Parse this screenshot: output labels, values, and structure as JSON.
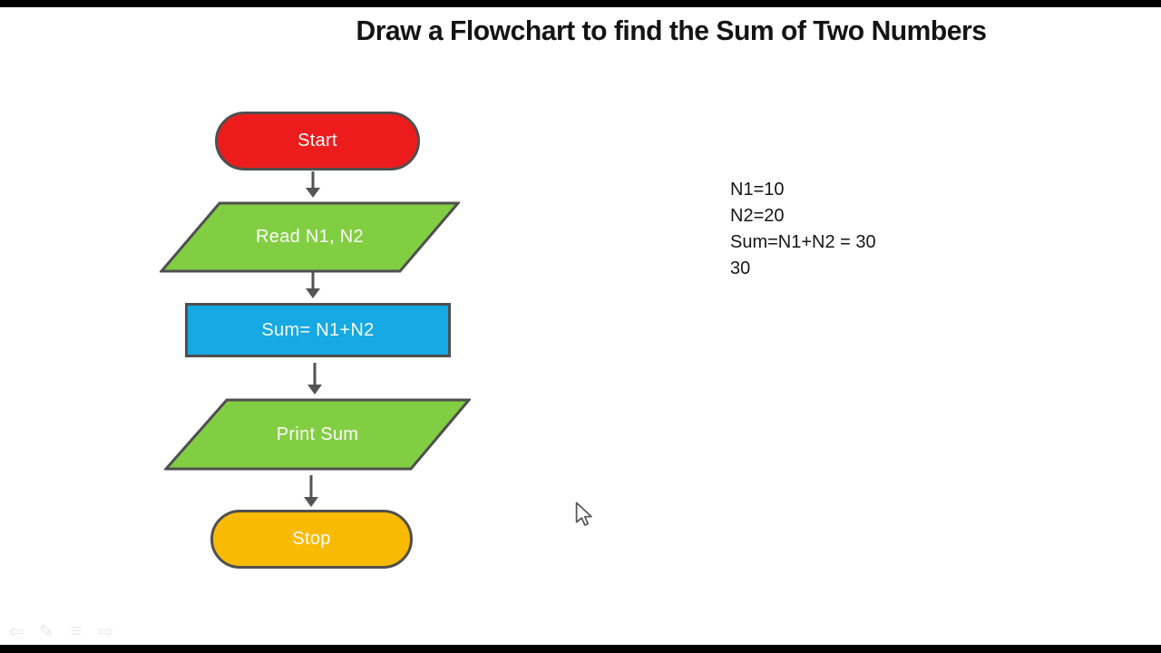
{
  "window": {
    "background": "#ffffff",
    "letterbox_color": "#000000"
  },
  "title": "Draw a Flowchart to find the Sum of Two Numbers",
  "flowchart": {
    "connector_color": "#545454",
    "border_color": "#4f4f4f",
    "nodes": [
      {
        "id": "start",
        "type": "terminator",
        "label": "Start",
        "fill": "#ed1c1c"
      },
      {
        "id": "read",
        "type": "input-output",
        "label": "Read N1, N2",
        "fill": "#82ce42"
      },
      {
        "id": "process",
        "type": "process",
        "label": "Sum= N1+N2",
        "fill": "#16a9e4"
      },
      {
        "id": "print",
        "type": "input-output",
        "label": "Print Sum",
        "fill": "#82ce42"
      },
      {
        "id": "stop",
        "type": "terminator",
        "label": "Stop",
        "fill": "#f8ba03"
      }
    ]
  },
  "side_note": {
    "line1": "N1=10",
    "line2": "N2=20",
    "line3": "Sum=N1+N2 = 30",
    "line4": "30"
  },
  "presenter_controls": {
    "color": "#e9e9e9",
    "previous_glyph": "⇦",
    "pen_glyph": "✎",
    "menu_glyph": "≡",
    "next_glyph": "⇨"
  }
}
